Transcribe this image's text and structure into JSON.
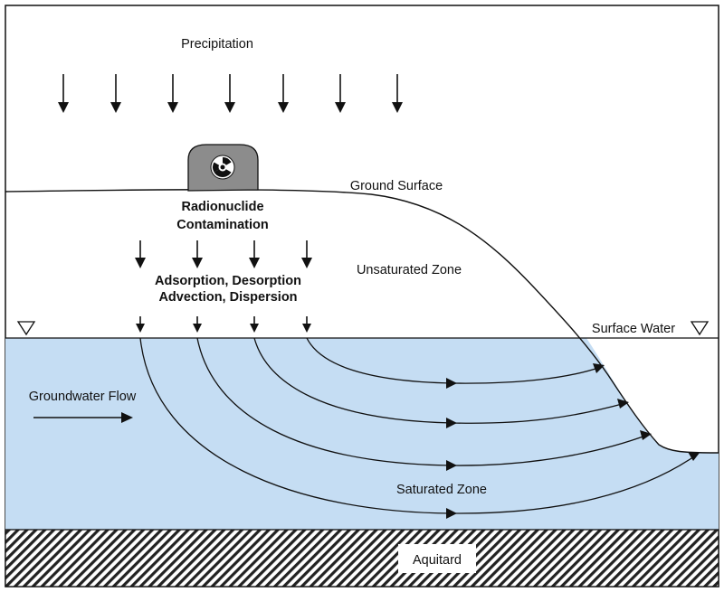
{
  "labels": {
    "precipitation": "Precipitation",
    "ground_surface": "Ground Surface",
    "contamination_line1": "Radionuclide",
    "contamination_line2": "Contamination",
    "unsaturated_zone": "Unsaturated Zone",
    "processes_line1": "Adsorption, Desorption",
    "processes_line2": "Advection, Dispersion",
    "surface_water": "Surface Water",
    "groundwater_flow": "Groundwater Flow",
    "saturated_zone": "Saturated Zone",
    "aquitard": "Aquitard"
  },
  "colors": {
    "water": "#c5ddf3",
    "waste_facility": "#8c8c8c",
    "outline": "#111111",
    "background": "#ffffff"
  },
  "icons": {
    "water_table_marker": "inverted-triangle",
    "facility_symbol": "radiation-trefoil"
  }
}
